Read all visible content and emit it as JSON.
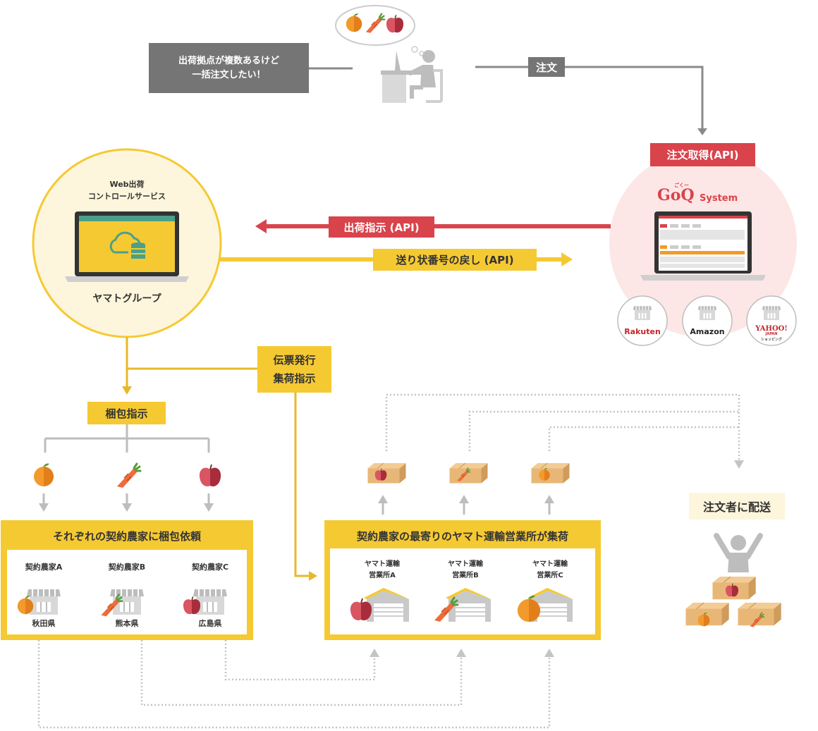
{
  "customer": {
    "speech": "出荷拠点が複数あるけど\n一括注文したい！",
    "order_label": "注文"
  },
  "goq": {
    "order_fetch": "注文取得(API)",
    "logo_small": "ごくー",
    "logo_main": "GoQ",
    "logo_system": "System",
    "shops": [
      "Rakuten",
      "Amazon",
      "YAHOO!"
    ],
    "yahoo_sub": "JAPAN",
    "yahoo_sub2": "ショッピング"
  },
  "yamato": {
    "service_title": "Web出荷\nコントロールサービス",
    "group_label": "ヤマトグループ"
  },
  "arrows": {
    "ship_instruction": "出荷指示 (API)",
    "tracking_return": "送り状番号の戻し (API)",
    "slip_pickup": "伝票発行\n集荷指示"
  },
  "packing": {
    "label": "梱包指示",
    "farms_title": "それぞれの契約農家に梱包依頼",
    "farms": [
      {
        "name": "契約農家A",
        "pref": "秋田県"
      },
      {
        "name": "契約農家B",
        "pref": "熊本県"
      },
      {
        "name": "契約農家C",
        "pref": "広島県"
      }
    ]
  },
  "offices": {
    "title": "契約農家の最寄りのヤマト運輸営業所が集荷",
    "items": [
      {
        "name": "ヤマト運輸\n営業所A"
      },
      {
        "name": "ヤマト運輸\n営業所B"
      },
      {
        "name": "ヤマト運輸\n営業所C"
      }
    ]
  },
  "delivery": {
    "label": "注文者に配送"
  },
  "colors": {
    "yellow": "#f5c932",
    "dark_yellow": "#e8b82a",
    "red": "#d9434b",
    "gray": "#8a8a8a",
    "pink_bg": "#fde6e6",
    "cream": "#fdf6dc",
    "box": "#e8b778",
    "orange": "#f29a2b",
    "carrot": "#ee6c3a",
    "apple": "#c53a4b"
  }
}
